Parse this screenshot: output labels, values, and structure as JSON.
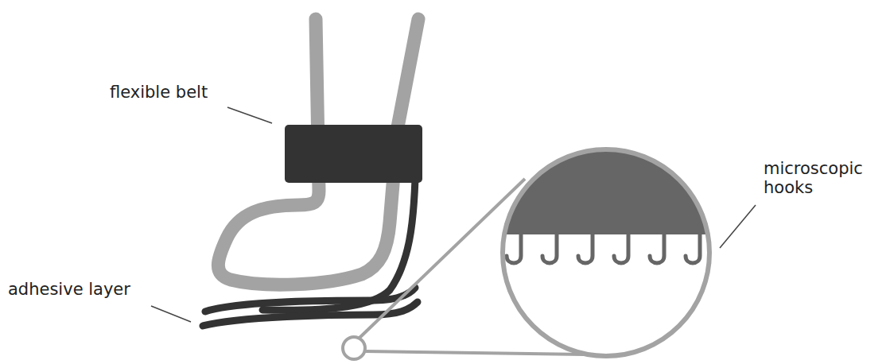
{
  "diagram": {
    "labels": [
      "flexible belt",
      "adhesive layer",
      "microscopic hooks"
    ]
  }
}
